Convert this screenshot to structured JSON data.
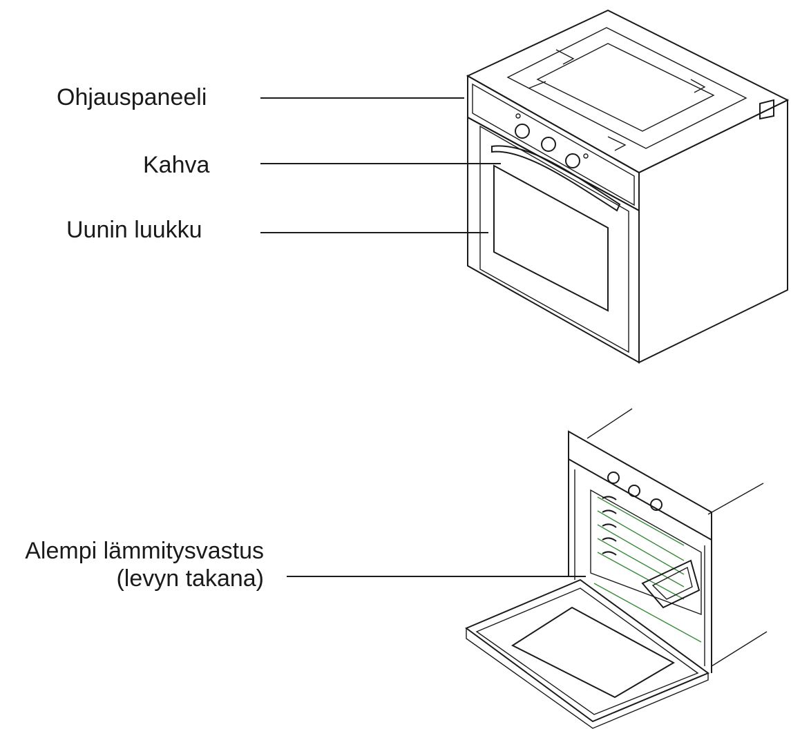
{
  "labels": {
    "control_panel": "Ohjauspaneeli",
    "handle": "Kahva",
    "oven_door": "Uunin luukku",
    "lower_heating_element_line1": "Alempi lämmitysvastus",
    "lower_heating_element_line2": "(levyn takana)"
  },
  "colors": {
    "line": "#1a1a1a",
    "background": "#ffffff",
    "accent": "#3a8a3a"
  }
}
